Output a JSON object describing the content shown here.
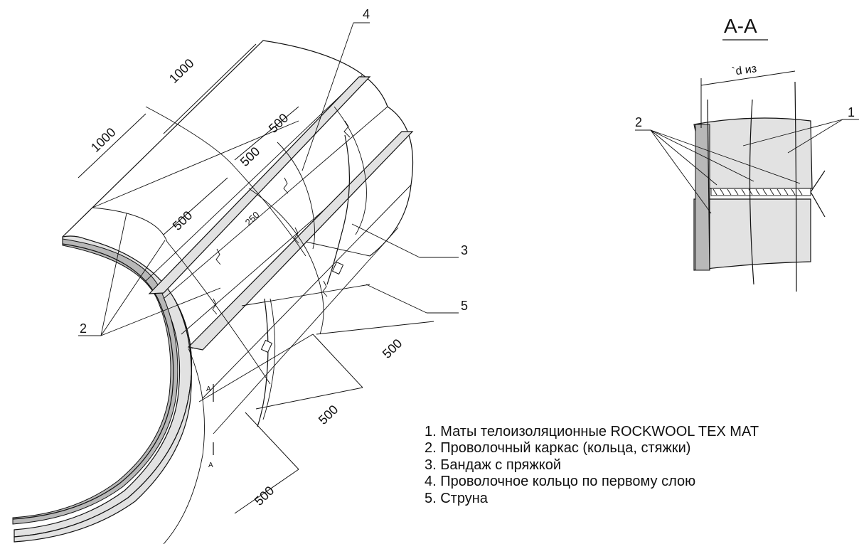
{
  "section_title": "A-A",
  "section_dim_label": "`d из",
  "dimensions": {
    "d1000_top": "1000",
    "d1000_left": "1000",
    "d500_a": "500",
    "d500_b": "500",
    "d500_c": "500",
    "d250": "250",
    "d500_right": "500",
    "d500_mid": "500",
    "d500_bottom": "500"
  },
  "section_marks": {
    "top": "A",
    "bottom": "A"
  },
  "callouts": {
    "c1": "1",
    "c2": "2",
    "c2_section": "2",
    "c3": "3",
    "c4": "4",
    "c5": "5"
  },
  "legend": [
    "1. Маты телоизоляционные ROCKWOOL TEX MAT",
    "2. Проволочный каркас (кольца, стяжки)",
    "3. Бандаж с пряжкой",
    "4. Проволочное кольцо по первому слою",
    "5. Струна"
  ]
}
